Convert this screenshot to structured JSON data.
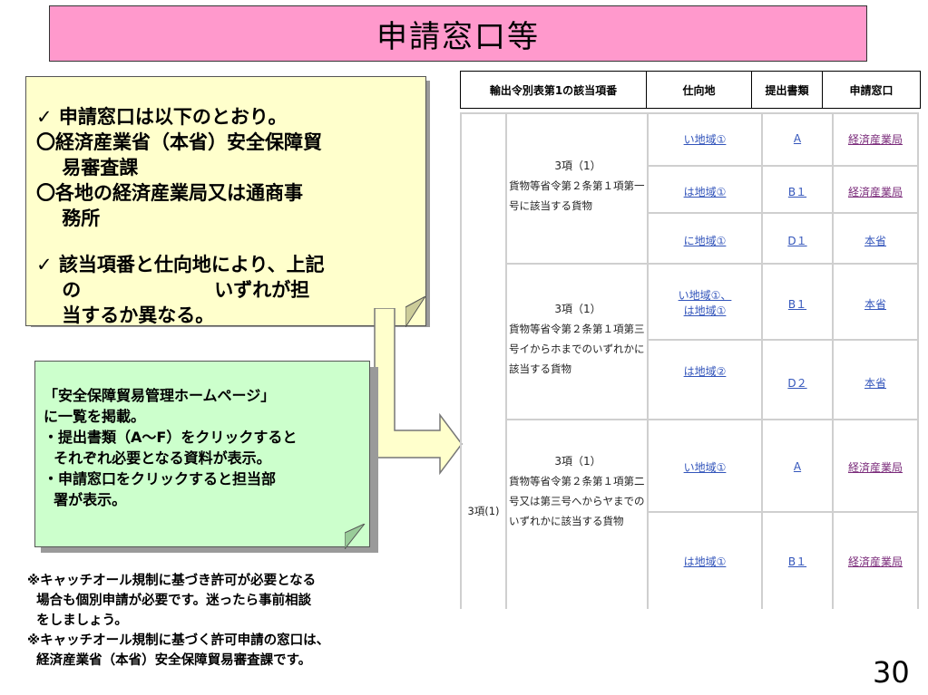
{
  "title": "申請窓口等",
  "note": {
    "lines": [
      "✓ 申請窓口は以下のとおり。",
      "〇経済産業省（本省）安全保障貿",
      "　 易審査課",
      "〇各地の経済産業局又は通商事",
      "　 務所"
    ],
    "lines2": [
      "✓ 該当項番と仕向地により、上記",
      "　 の　　　　　　　いずれが担",
      "　 当するか異なる。"
    ]
  },
  "green_note": {
    "lines": [
      "「安全保障貿易管理ホームページ」",
      "に一覧を掲載。",
      "・提出書類（A～F）をクリックすると",
      "  それぞれ必要となる資料が表示。",
      "・申請窓口をクリックすると担当部",
      "  署が表示。"
    ]
  },
  "footnote": {
    "lines": [
      "※キャッチオール規制に基づき許可が必要となる",
      "  場合も個別申請が必要です。迷ったら事前相談",
      "  をしましょう。",
      "※キャッチオール規制に基づく許可申請の窓口は、",
      "  経済産業省（本省）安全保障貿易審査課です。"
    ]
  },
  "page_number": "30",
  "table": {
    "headers": [
      "輸出令別表第1の該当項番",
      "仕向地",
      "提出書類",
      "申請窓口"
    ],
    "outer_label": "3項(1)",
    "groups": [
      {
        "item": "3項（1）",
        "desc": [
          "貨物等省令第２条第１項第一",
          "号に該当する貨物"
        ],
        "rows": [
          {
            "dest": "い地域①",
            "doc": "A",
            "office": "経済産業局"
          },
          {
            "dest": "は地域①",
            "doc": "B１",
            "office": "経済産業局"
          },
          {
            "dest": "に地域①",
            "doc": "D１",
            "office": "本省"
          }
        ]
      },
      {
        "item": "3項（1）",
        "desc": [
          "貨物等省令第２条第１項第三",
          "号イからホまでのいずれかに",
          "該当する貨物"
        ],
        "rows": [
          {
            "dest": "い地域①、",
            "dest2": "は地域①",
            "doc": "B１",
            "office": "本省"
          },
          {
            "dest": "は地域②",
            "doc": "D２",
            "office": "本省"
          }
        ]
      },
      {
        "item": "3項（1）",
        "desc": [
          "貨物等省令第２条第１項第二",
          "号又は第三号へからヤまでの",
          "いずれかに該当する貨物"
        ],
        "rows": [
          {
            "dest": "い地域①",
            "doc": "A",
            "office": "経済産業局"
          },
          {
            "dest": "は地域①",
            "doc": "B１",
            "office": "経済産業局"
          }
        ]
      }
    ]
  },
  "colors": {
    "title_bg": "#ff99cc",
    "note_bg": "#ffffcc",
    "green_bg": "#ccffcc",
    "arrow_fill": "#ffffcc",
    "link": "#3355bb",
    "visited_link": "#7a2a7a"
  }
}
